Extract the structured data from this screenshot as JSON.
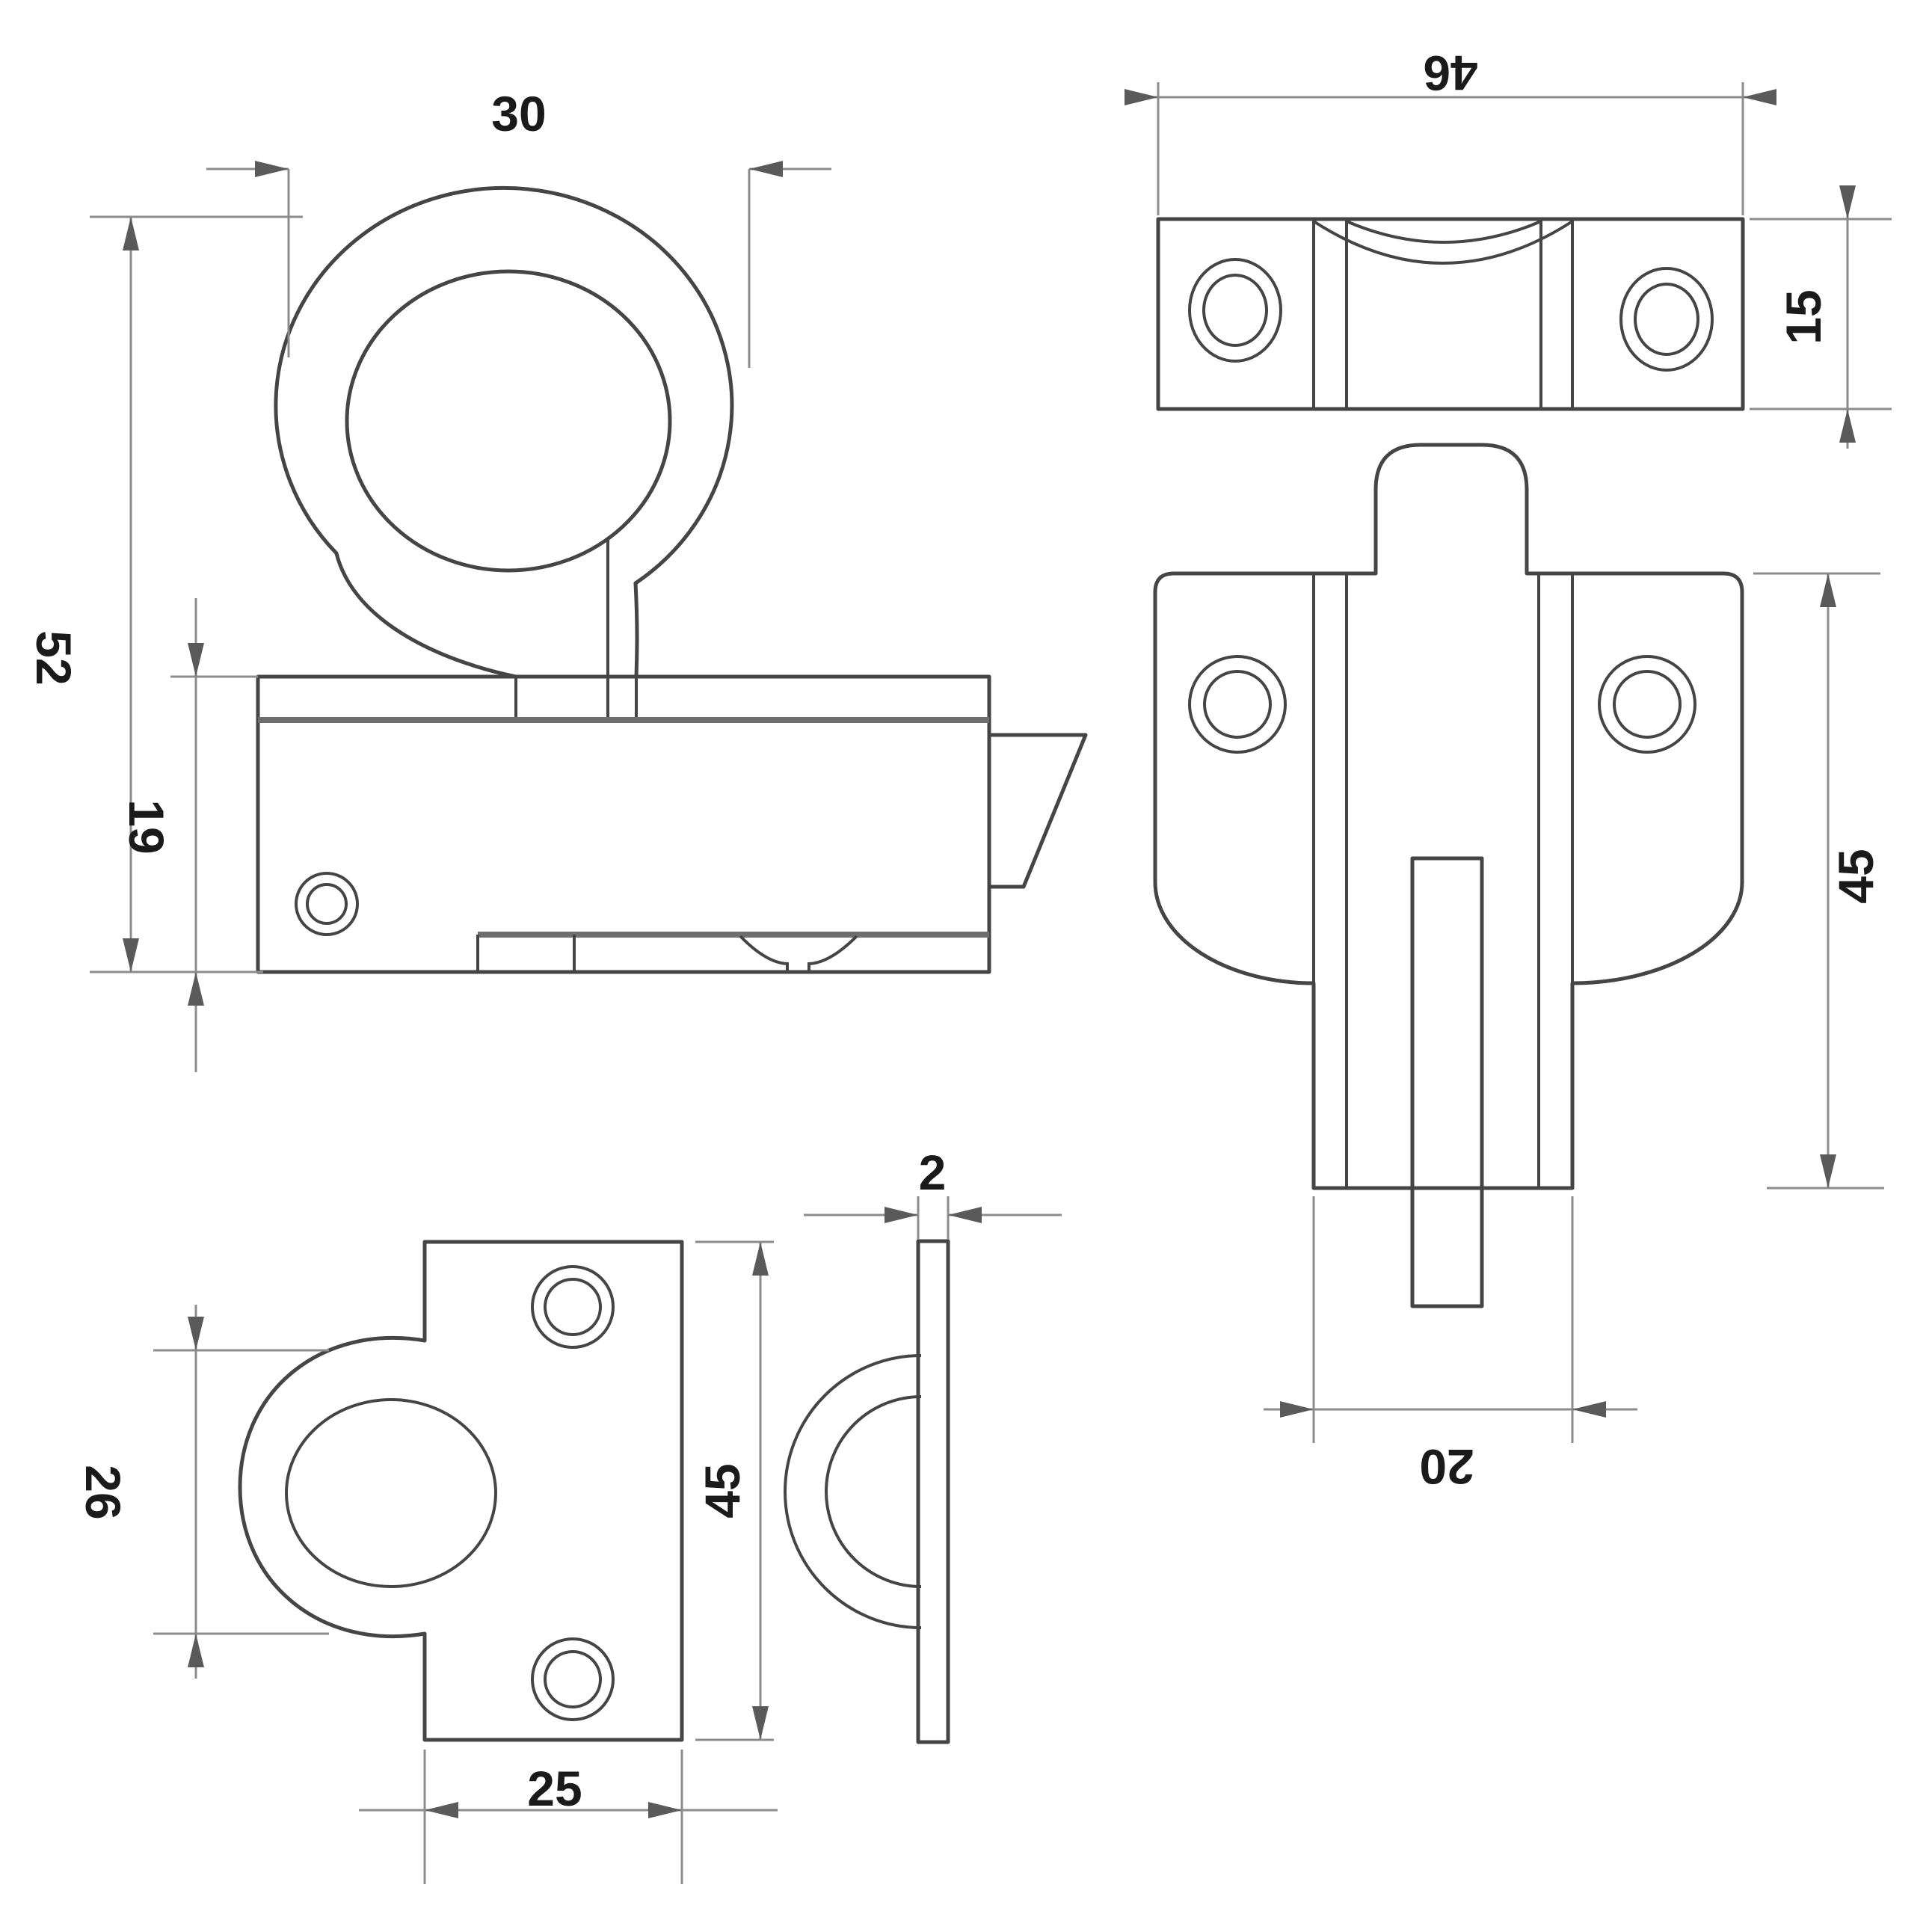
{
  "colors": {
    "background": "#ffffff",
    "part_line": "#454545",
    "part_heavy": "#6e6e6e",
    "dim_line": "#8c8c8c",
    "arrow": "#5a5a5a",
    "text": "#1a1a1a"
  },
  "dimensions": {
    "side_ring_width": "30",
    "side_total_height": "52",
    "side_body_height": "19",
    "top_width": "46",
    "top_depth": "15",
    "front_height": "45",
    "front_bolt_guide_width": "20",
    "keeper_loop_height": "26",
    "keeper_height": "45",
    "keeper_width": "25",
    "keeper_thickness": "2"
  }
}
